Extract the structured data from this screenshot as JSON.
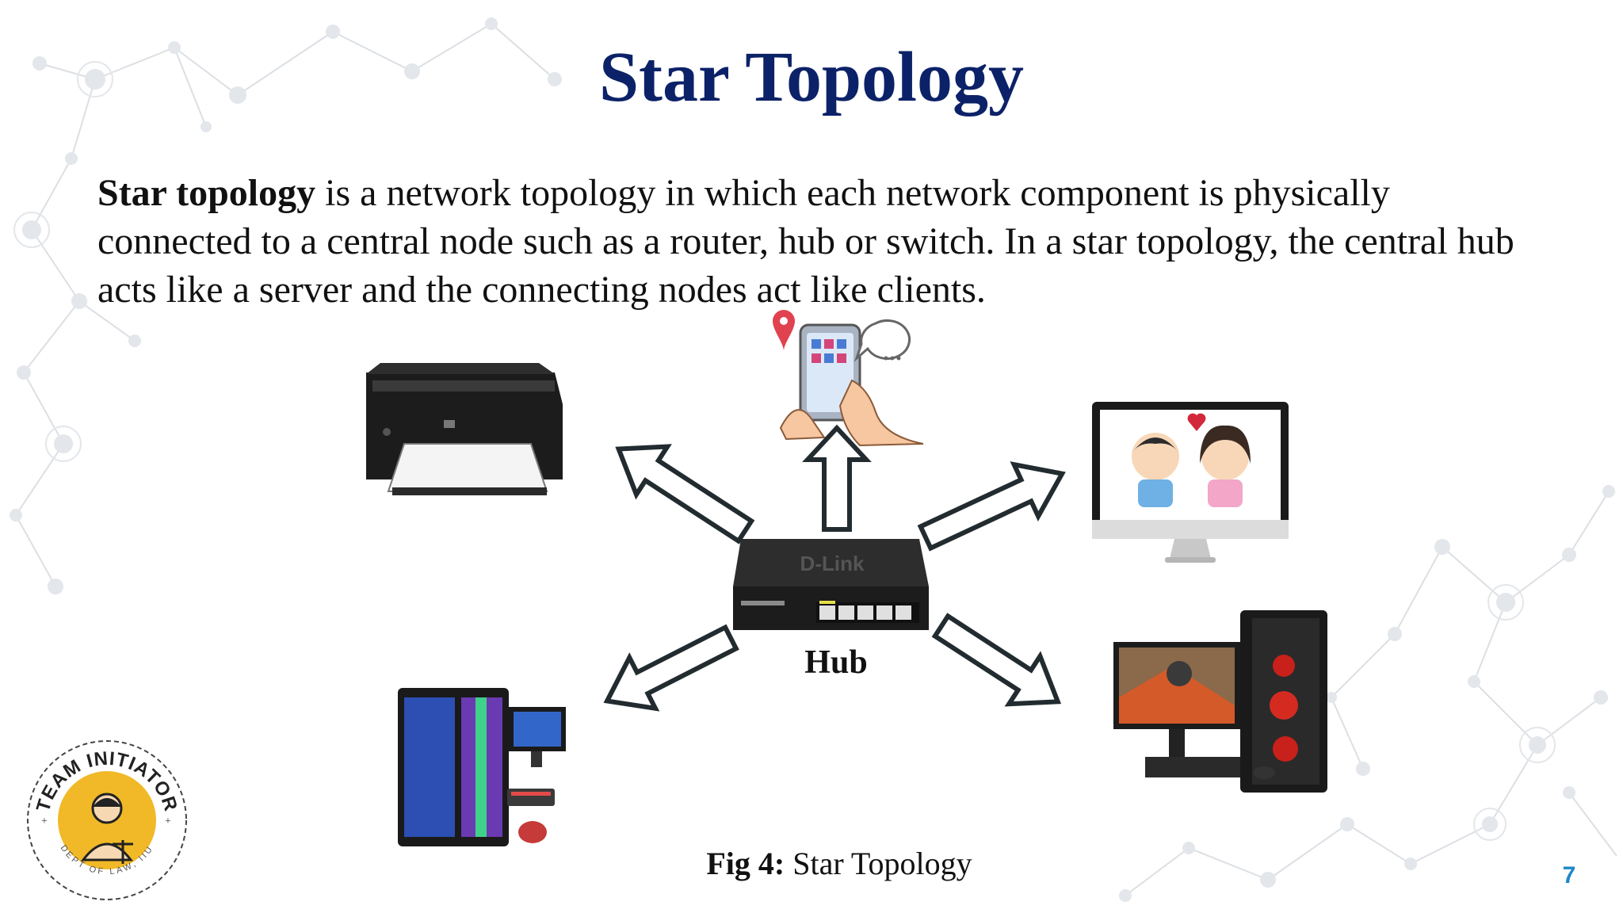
{
  "slide": {
    "title": "Star Topology",
    "definition": {
      "term": "Star topology",
      "text": " is a network topology in which each network component is physically connected to a central node such as a router, hub or switch. In a star topology, the central hub acts like a server and the connecting nodes act like clients."
    },
    "diagram": {
      "center_label": "Hub",
      "center_brand": "D-Link",
      "nodes": [
        "printer-icon",
        "tablet-icon",
        "monitor-icon",
        "desktop-pc-icon",
        "gaming-pc-icon"
      ]
    },
    "caption": {
      "label": "Fig 4:",
      "text": " Star Topology"
    },
    "page_number": "7",
    "logo": {
      "top_text": "TEAM INITIATOR",
      "bottom_text": "DEPT OF LAW, IIU"
    }
  }
}
